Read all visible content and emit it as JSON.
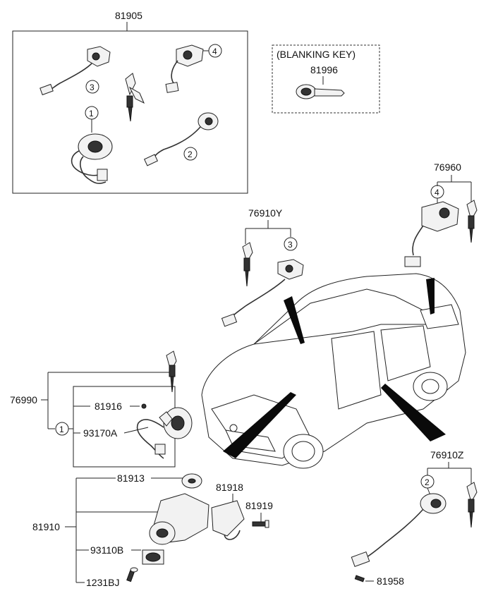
{
  "labels": {
    "set_81905": "81905",
    "blanking_key_title": "(BLANKING KEY)",
    "blanking_key_part": "81996",
    "part_76960": "76960",
    "part_76910Y": "76910Y",
    "part_76990": "76990",
    "part_81916": "81916",
    "part_93170A": "93170A",
    "part_81913": "81913",
    "part_81918": "81918",
    "part_81919": "81919",
    "part_81910": "81910",
    "part_93110B": "93110B",
    "part_1231BJ": "1231BJ",
    "part_76910Z": "76910Z",
    "part_81958": "81958"
  },
  "callouts": {
    "c1": "1",
    "c2": "2",
    "c3": "3",
    "c4": "4"
  }
}
